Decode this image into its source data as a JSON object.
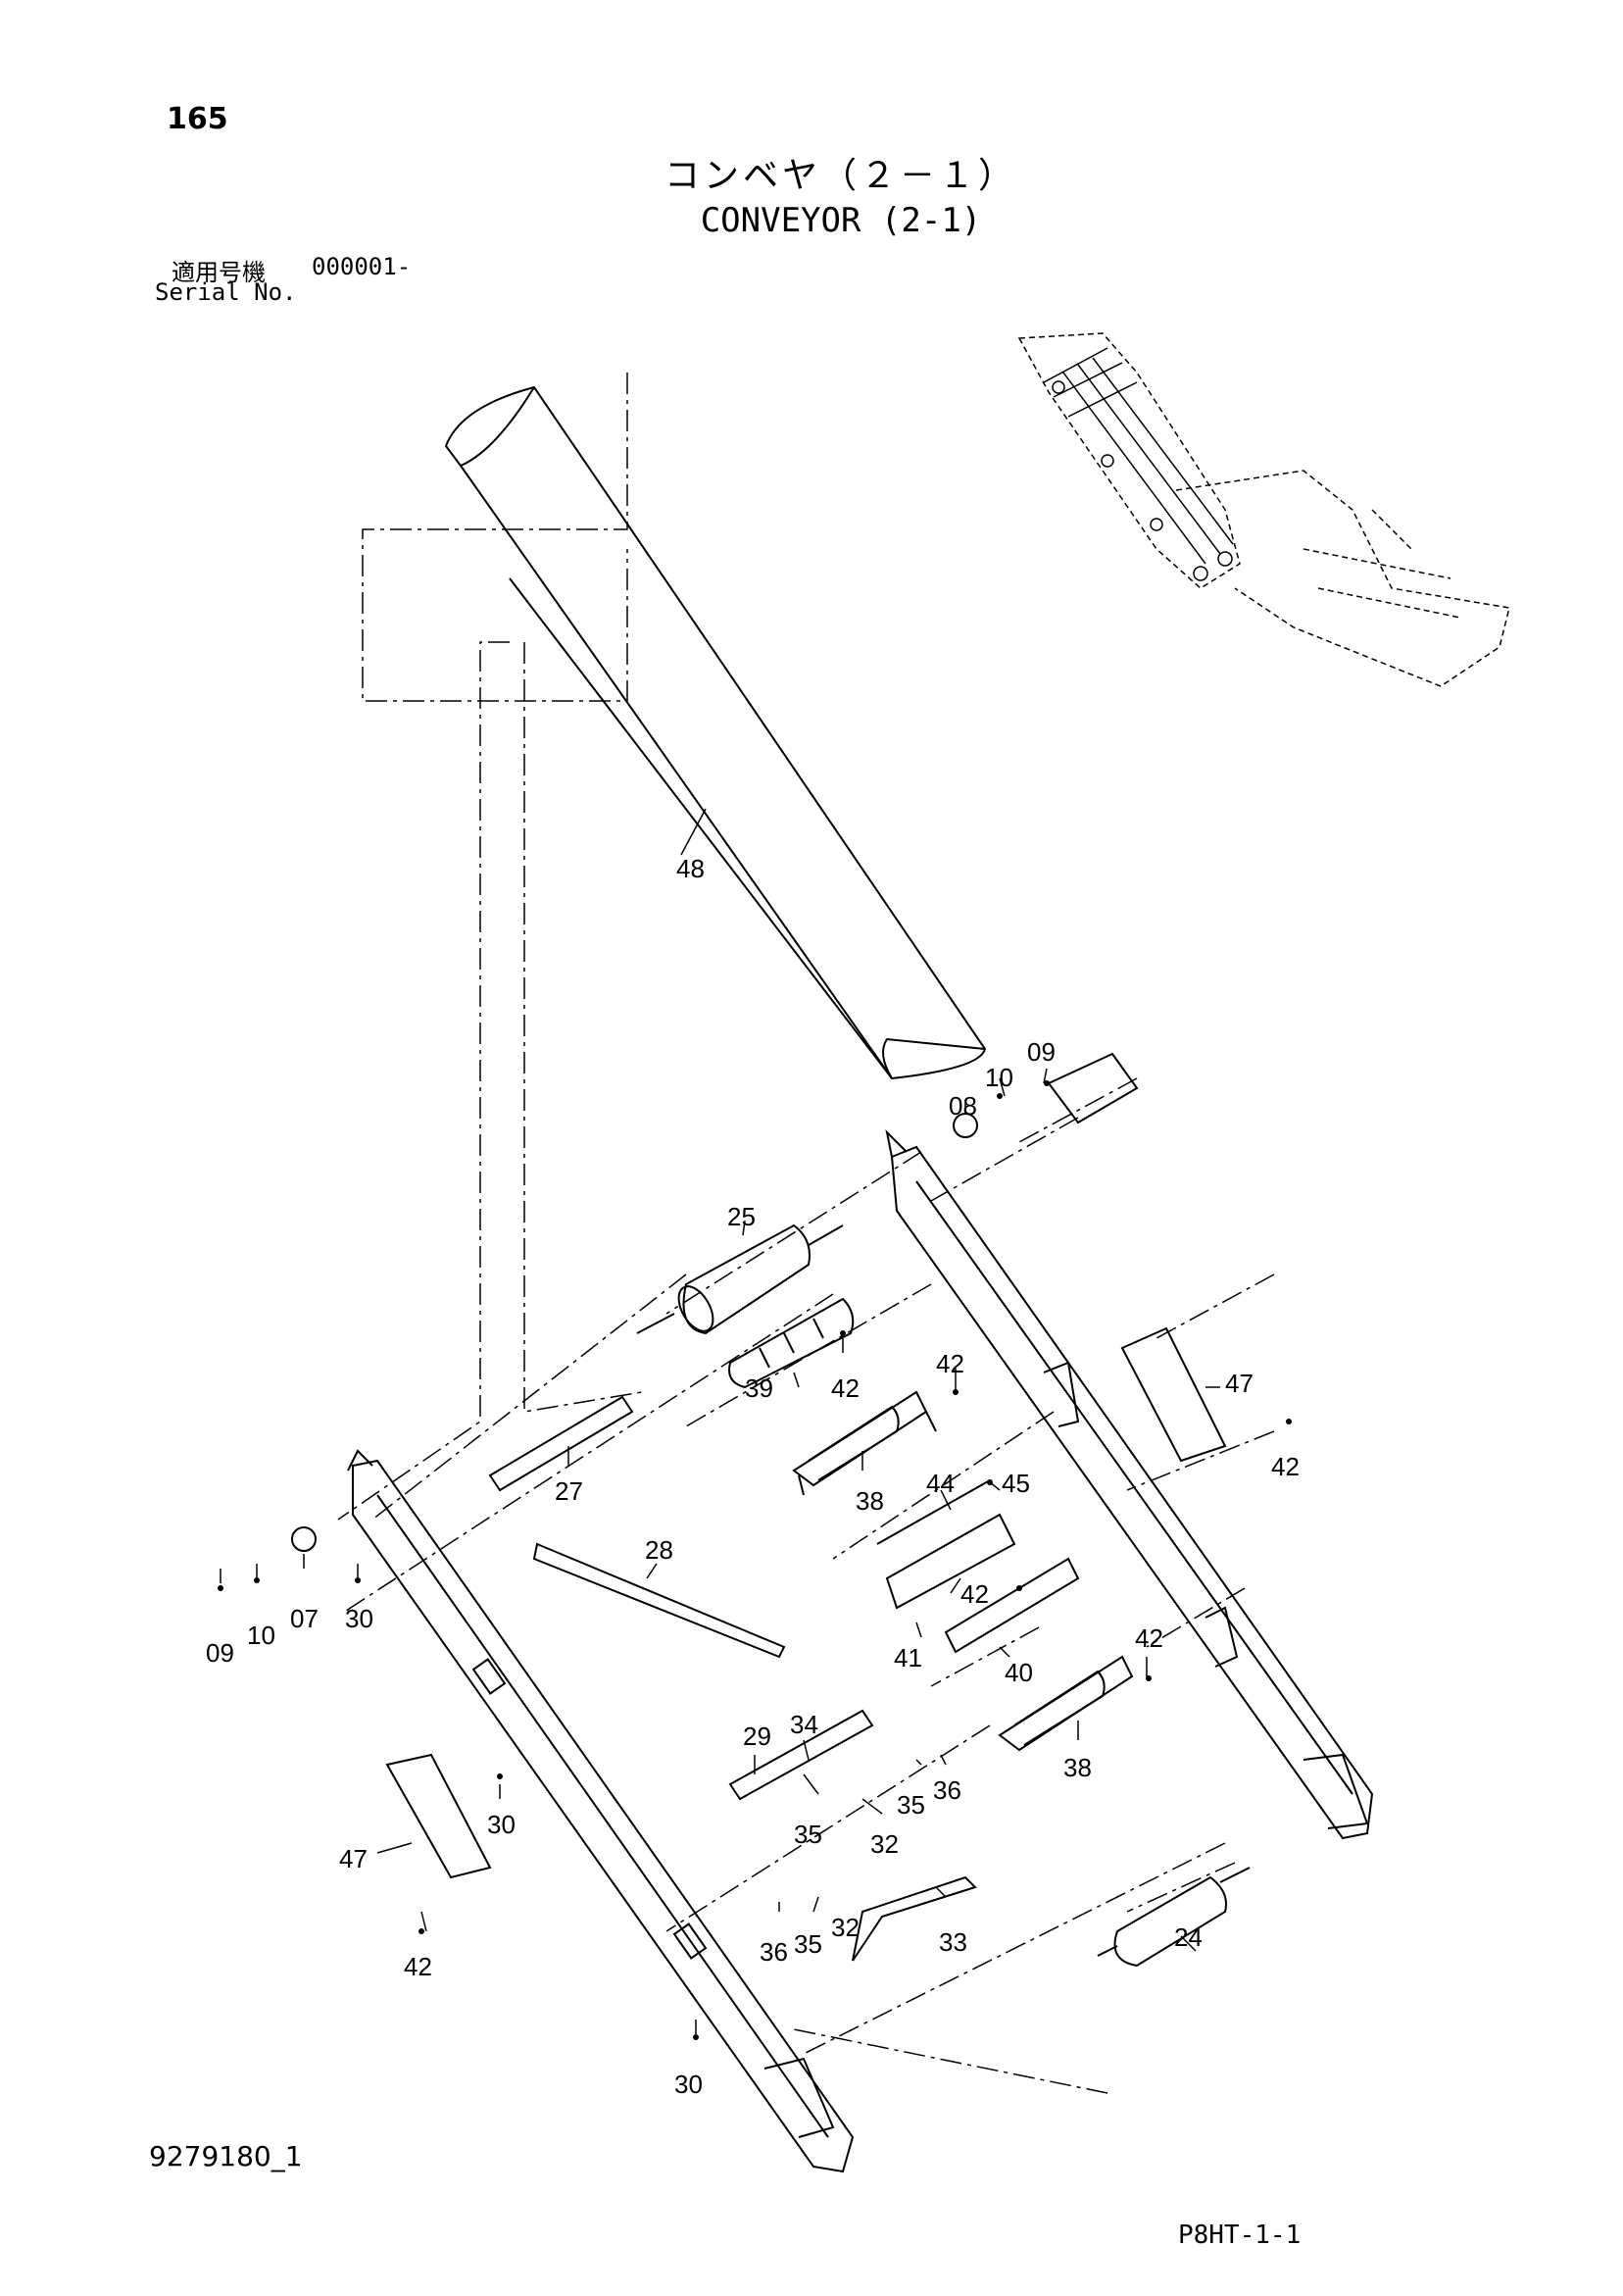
{
  "header": {
    "page_number": "165",
    "title_jp": "コンベヤ（２－１）",
    "title_en": "CONVEYOR (2-1)",
    "serial_label_jp": "適用号機",
    "serial_value": "000001-",
    "serial_label_en": "Serial No."
  },
  "footer": {
    "drawing_code": "9279180_1",
    "sheet_code": "P8HT-1-1"
  },
  "callouts": [
    {
      "id": "c48",
      "text": "48"
    },
    {
      "id": "c09a",
      "text": "09"
    },
    {
      "id": "c10a",
      "text": "10"
    },
    {
      "id": "c08",
      "text": "08"
    },
    {
      "id": "c25",
      "text": "25"
    },
    {
      "id": "c39",
      "text": "39"
    },
    {
      "id": "c42a",
      "text": "42"
    },
    {
      "id": "c42b",
      "text": "42"
    },
    {
      "id": "c47a",
      "text": "47"
    },
    {
      "id": "c42c",
      "text": "42"
    },
    {
      "id": "c27",
      "text": "27"
    },
    {
      "id": "c38a",
      "text": "38"
    },
    {
      "id": "c44",
      "text": "44"
    },
    {
      "id": "c45",
      "text": "45"
    },
    {
      "id": "c28",
      "text": "28"
    },
    {
      "id": "c42d",
      "text": "42"
    },
    {
      "id": "c41",
      "text": "41"
    },
    {
      "id": "c40",
      "text": "40"
    },
    {
      "id": "c42e",
      "text": "42"
    },
    {
      "id": "c38b",
      "text": "38"
    },
    {
      "id": "c09b",
      "text": "09"
    },
    {
      "id": "c10b",
      "text": "10"
    },
    {
      "id": "c07",
      "text": "07"
    },
    {
      "id": "c30a",
      "text": "30"
    },
    {
      "id": "c29",
      "text": "29"
    },
    {
      "id": "c34",
      "text": "34"
    },
    {
      "id": "c35a",
      "text": "35"
    },
    {
      "id": "c36a",
      "text": "36"
    },
    {
      "id": "c35b",
      "text": "35"
    },
    {
      "id": "c32a",
      "text": "32"
    },
    {
      "id": "c30b",
      "text": "30"
    },
    {
      "id": "c47b",
      "text": "47"
    },
    {
      "id": "c42f",
      "text": "42"
    },
    {
      "id": "c36b",
      "text": "36"
    },
    {
      "id": "c35c",
      "text": "35"
    },
    {
      "id": "c32b",
      "text": "32"
    },
    {
      "id": "c33",
      "text": "33"
    },
    {
      "id": "c24",
      "text": "24"
    },
    {
      "id": "c30c",
      "text": "30"
    }
  ]
}
